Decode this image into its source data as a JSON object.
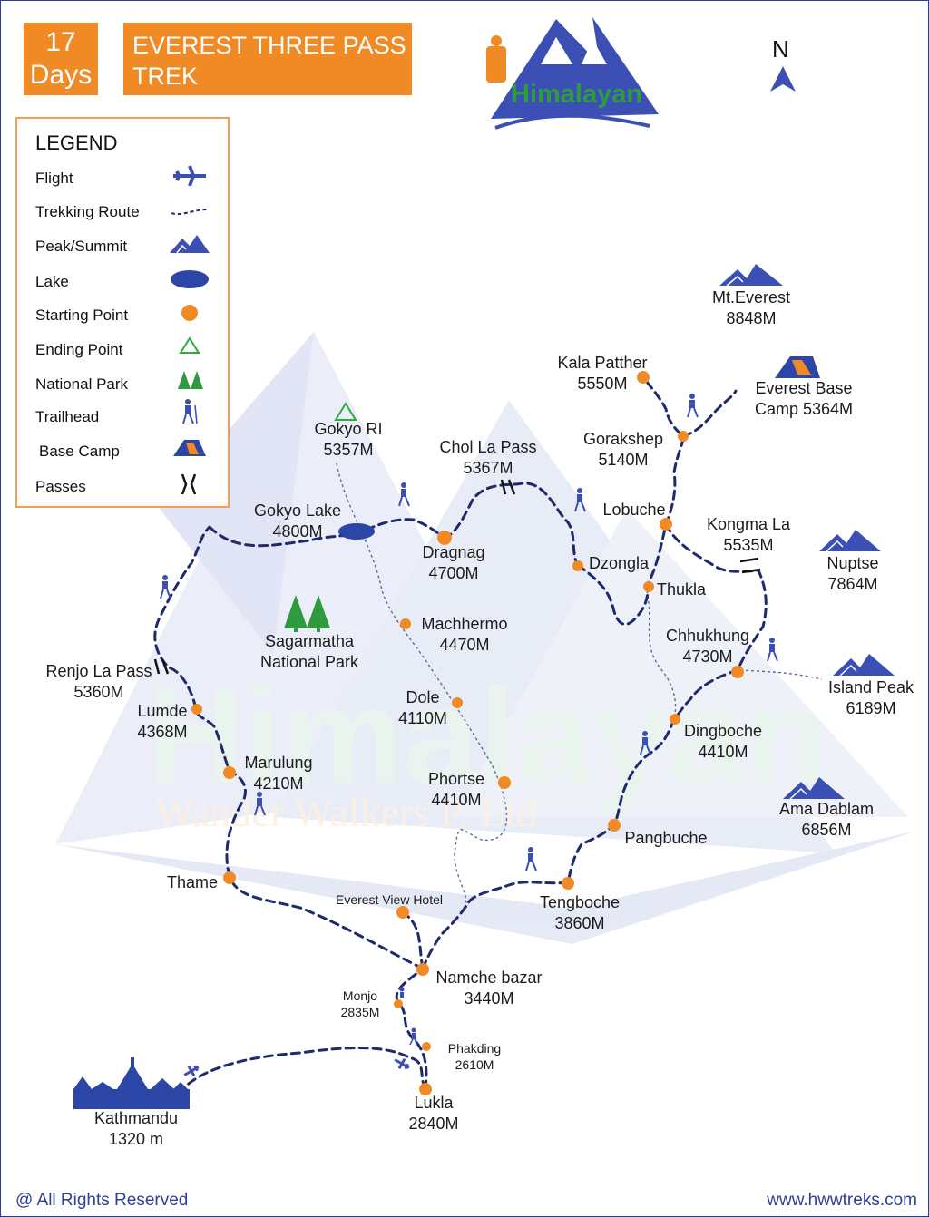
{
  "header": {
    "days_number": "17",
    "days_label": "Days",
    "title_line1": "EVEREST THREE PASS",
    "title_line2": "TREK"
  },
  "logo": {
    "name": "Himalayan",
    "subtitle": "Wander Walkers P. Ltd"
  },
  "compass": {
    "label": "N"
  },
  "legend": {
    "title": "LEGEND",
    "items": [
      {
        "label": "Flight",
        "icon": "plane-icon"
      },
      {
        "label": "Trekking Route",
        "icon": "dashed-route-icon"
      },
      {
        "label": "Peak/Summit",
        "icon": "mountain-peak-icon"
      },
      {
        "label": "Lake",
        "icon": "lake-icon"
      },
      {
        "label": "Starting Point",
        "icon": "orange-dot-icon"
      },
      {
        "label": "Ending Point",
        "icon": "green-triangle-icon"
      },
      {
        "label": "National Park",
        "icon": "pine-trees-icon"
      },
      {
        "label": "Trailhead",
        "icon": "hiker-icon"
      },
      {
        "label": "Base Camp",
        "icon": "tent-icon"
      },
      {
        "label": "Passes",
        "icon": "pass-brackets-icon"
      }
    ]
  },
  "places": {
    "mt_everest": {
      "name": "Mt.Everest",
      "alt": "8848M"
    },
    "kala_patther": {
      "name": "Kala Patther",
      "alt": "5550M"
    },
    "everest_base_camp": {
      "name": "Everest Base",
      "alt": "Camp 5364M"
    },
    "gorakshep": {
      "name": "Gorakshep",
      "alt": "5140M"
    },
    "gokyo_ri": {
      "name": "Gokyo RI",
      "alt": "5357M"
    },
    "chol_la_pass": {
      "name": "Chol La Pass",
      "alt": "5367M"
    },
    "lobuche": {
      "name": "Lobuche",
      "alt": ""
    },
    "kongma_la": {
      "name": "Kongma La",
      "alt": "5535M"
    },
    "nuptse": {
      "name": "Nuptse",
      "alt": "7864M"
    },
    "gokyo_lake": {
      "name": "Gokyo Lake",
      "alt": "4800M"
    },
    "dragnag": {
      "name": "Dragnag",
      "alt": "4700M"
    },
    "dzongla": {
      "name": "Dzongla",
      "alt": ""
    },
    "thukla": {
      "name": "Thukla",
      "alt": ""
    },
    "sagarmatha": {
      "name": "Sagarmatha",
      "alt": "National Park"
    },
    "machhermo": {
      "name": "Machhermo",
      "alt": "4470M"
    },
    "chhukhung": {
      "name": "Chhukhung",
      "alt": "4730M"
    },
    "island_peak": {
      "name": "Island Peak",
      "alt": "6189M"
    },
    "renjo_la_pass": {
      "name": "Renjo La Pass",
      "alt": "5360M"
    },
    "lumde": {
      "name": "Lumde",
      "alt": "4368M"
    },
    "dole": {
      "name": "Dole",
      "alt": "4110M"
    },
    "dingboche": {
      "name": "Dingboche",
      "alt": "4410M"
    },
    "marulung": {
      "name": "Marulung",
      "alt": "4210M"
    },
    "phortse": {
      "name": "Phortse",
      "alt": "4410M"
    },
    "ama_dablam": {
      "name": "Ama Dablam",
      "alt": "6856M"
    },
    "pangbuche": {
      "name": "Pangbuche",
      "alt": ""
    },
    "thame": {
      "name": "Thame",
      "alt": ""
    },
    "everest_view_hotel": {
      "name": "Everest View Hotel",
      "alt": ""
    },
    "tengboche": {
      "name": "Tengboche",
      "alt": "3860M"
    },
    "namche_bazar": {
      "name": "Namche bazar",
      "alt": "3440M"
    },
    "monjo": {
      "name": "Monjo",
      "alt": "2835M"
    },
    "phakding": {
      "name": "Phakding",
      "alt": "2610M"
    },
    "kathmandu": {
      "name": "Kathmandu",
      "alt": "1320 m"
    },
    "lukla": {
      "name": "Lukla",
      "alt": "2840M"
    }
  },
  "watermark": {
    "line1": "Himalayan",
    "line2": "Wander Walkers P. Ltd"
  },
  "footer": {
    "copyright": "@ All Rights Reserved",
    "website": "www.hwwtreks.com"
  },
  "colors": {
    "orange": "#f08a24",
    "route": "#1e2a6b",
    "brand_blue": "#3c4fb4",
    "green": "#2f9a3e"
  }
}
